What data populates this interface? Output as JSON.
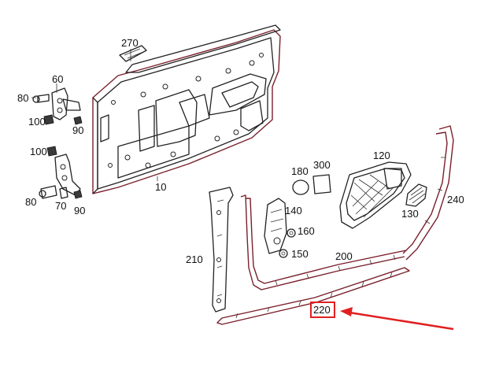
{
  "labels": {
    "p10": "10",
    "p270": "270",
    "p60": "60",
    "p80a": "80",
    "p100a": "100",
    "p90a": "90",
    "p100b": "100",
    "p80b": "80",
    "p70": "70",
    "p90b": "90",
    "p180": "180",
    "p300": "300",
    "p120": "120",
    "p130": "130",
    "p240": "240",
    "p140": "140",
    "p160": "160",
    "p150": "150",
    "p210": "210",
    "p200": "200",
    "p220": "220"
  },
  "highlight": {
    "part": "220",
    "color": "#e02020"
  },
  "colors": {
    "seal_edge": "#7a1f2b",
    "line": "#222222"
  }
}
